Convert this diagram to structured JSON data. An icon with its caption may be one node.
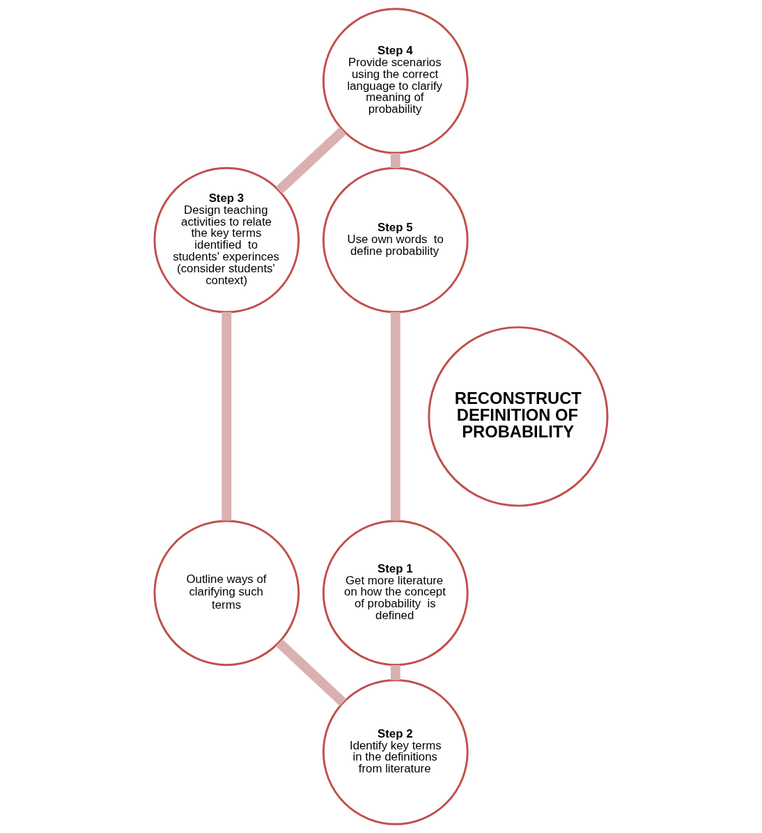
{
  "diagram": {
    "nodes": [
      {
        "text": [
          "Step 4",
          "Provide scenarios using the correct language to clarify meaning of probability"
        ]
      },
      {
        "text": [
          "Step 3",
          "Design teaching activities to relate the key terms identified  to students' experinces (consider students' context)"
        ]
      },
      {
        "text": [
          "Step 5",
          "Use own words  to define probability"
        ]
      },
      {
        "text": [
          "RECONSTRUCT DEFINITION OF PROBABILITY"
        ]
      },
      {
        "text": [
          "Outline ways of clarifying such terms"
        ]
      },
      {
        "text": [
          "Step 1",
          "Get more literature on how the concept of probability  is defined"
        ]
      },
      {
        "text": [
          "Step 2",
          "Identify key terms in the definitions from literature"
        ]
      }
    ],
    "edges": [
      {
        "from": 0,
        "to": 1,
        "arrow": "none"
      },
      {
        "from": 0,
        "to": 2,
        "arrow": "none"
      },
      {
        "from": 1,
        "to": 4,
        "arrow": "none"
      },
      {
        "from": 2,
        "to": 5,
        "arrow": "none"
      },
      {
        "from": 4,
        "to": 6,
        "arrow": "none"
      },
      {
        "from": 5,
        "to": 6,
        "arrow": "none"
      }
    ]
  }
}
